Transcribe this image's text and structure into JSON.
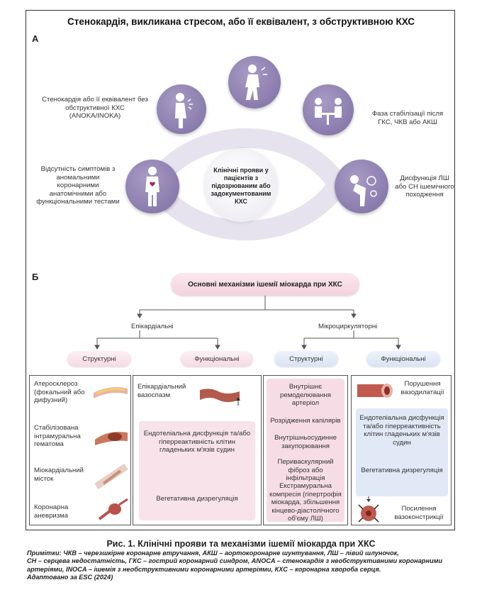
{
  "panel_a": {
    "title": "Стенокардія, викликана стресом, або її еквівалент, з обструктивною КХС",
    "label": "А",
    "center": "Клінічні прояви у пацієнтів з підозрюваним або задокументованим КХС",
    "items": [
      {
        "label": "Стенокардія або її еквівалент без обструктивної КХС (ANOKA/INOKA)",
        "icon": "chest-pain-woman-icon"
      },
      {
        "label": "",
        "icon": "stressed-man-icon"
      },
      {
        "label": "Фаза стабілізації після ГКС, ЧКВ або АКШ",
        "icon": "consultation-icon"
      },
      {
        "label": "Відсутність симптомів з аномальними коронарними анатомічними або функціональними тестами",
        "icon": "person-heart-icon"
      },
      {
        "label": "Дисфункція ЛШ або СН ішемічного походження",
        "icon": "breathless-man-icon"
      }
    ]
  },
  "panel_b": {
    "label": "Б",
    "main": "Основні механізми ішемії міокарда при ХКС",
    "branches": [
      "Епікардіальні",
      "Мікроциркуляторні"
    ],
    "sub": [
      "Структурні",
      "Функціональні",
      "Структурні",
      "Функціональні"
    ],
    "epi_struct": [
      {
        "label": "Атеросклероз (фокальний або дифузний)",
        "icon": "atherosclerosis-vessel-icon"
      },
      {
        "label": "Стабілізована інтрамуральна гематома",
        "icon": "hematoma-vessel-icon"
      },
      {
        "label": "Міокардіальний місток",
        "icon": "myocardial-bridge-icon"
      },
      {
        "label": "Коронарна аневризма",
        "icon": "aneurysm-icon"
      }
    ],
    "epi_func": {
      "top": "Епікардіальний вазоспазм",
      "inner": [
        "Ендотеліальна дисфункція та/або гіперреактивність клітин гладеньких м'язів судин",
        "Вегетативна дизрегуляція"
      ]
    },
    "micro_struct": [
      "Внутрішнє ремоделювання артеріол",
      "Розрідження капілярів",
      "Внутрішньосудинне закупорювання",
      "Периваскулярний фіброз або інфільтрація",
      "Екстрамуральна компресія (гіпертрофія міокарда, збільшення кінцево-діастолічного об'єму ЛШ)"
    ],
    "micro_func": {
      "top": "Порушення вазодилатації",
      "inner": [
        "Ендотеліальна дисфункція та/або гіперреактивність клітин гладеньких м'язів судин",
        "Вегетативна дизрегуляція"
      ],
      "bottom": "Посилення вазоконстрикції"
    }
  },
  "caption": "Рис. 1. Клінічні прояви та механізми ішемії міокарда при ХКС",
  "notes": [
    "Примітки: ЧКВ – черезшкірне коронарне втручання, АКШ – аортокоронарне шунтування, ЛШ – лівий шлуночок,",
    "СН – серцева недостатність, ГКС – гострий коронарний синдром, ANOCA – стенокардія з необструктивними коронарними",
    "артеріями, INOCA – ішемія з необструктивними коронарними артеріями, КХС – коронарна хвороба серця.",
    "Адаптовано за ESC (2024)"
  ],
  "colors": {
    "purple": "#8a7cae",
    "pink": "#f6dde5",
    "blue": "#dde6f4"
  }
}
